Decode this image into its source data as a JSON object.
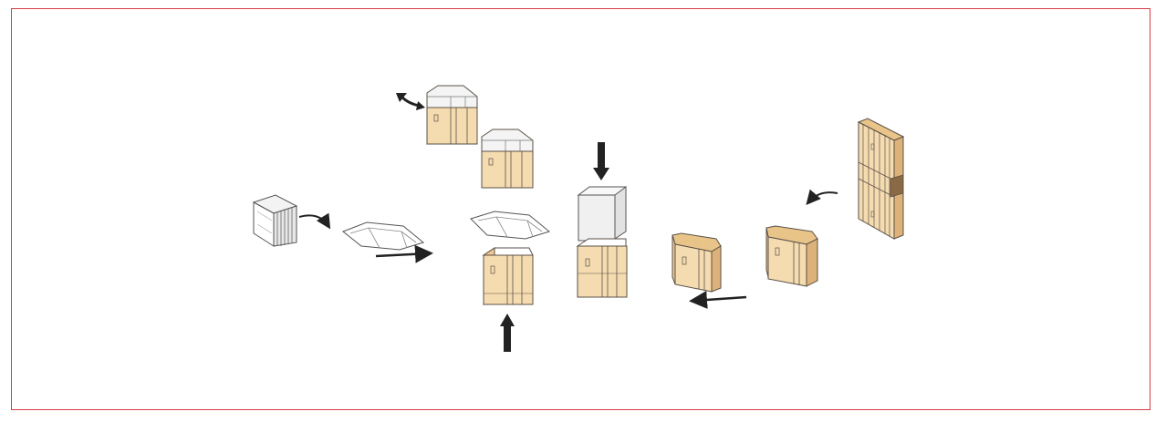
{
  "diagram": {
    "kind": "box-packaging-assembly-sequence",
    "colors": {
      "frame_border": "#d43b44",
      "kraft_light": "#f5dcb0",
      "kraft_mid": "#ecc890",
      "kraft_dark": "#dcb27a",
      "outline": "#5a5048",
      "white_lid": "#f4f4f4",
      "arrow": "#222222"
    },
    "steps": [
      {
        "id": "flat-sleeve-stack",
        "material": "white"
      },
      {
        "id": "unfolded-tray-blank-1",
        "material": "white"
      },
      {
        "id": "unfolded-tray-blank-2",
        "material": "white"
      },
      {
        "id": "box-with-tray-top",
        "material": "kraft"
      },
      {
        "id": "box-with-tray-lower",
        "material": "kraft"
      },
      {
        "id": "open-box-center",
        "material": "kraft"
      },
      {
        "id": "white-lid-block",
        "material": "white"
      },
      {
        "id": "box-bottom-center",
        "material": "kraft"
      },
      {
        "id": "erected-box-1",
        "material": "kraft"
      },
      {
        "id": "erected-box-2",
        "material": "kraft"
      },
      {
        "id": "flat-box-stack",
        "material": "kraft"
      }
    ],
    "arrows": [
      {
        "id": "rotate-arrow-top-left",
        "style": "double-curved"
      },
      {
        "id": "curved-arrow-sleeve",
        "style": "curved"
      },
      {
        "id": "push-arrow-blank",
        "style": "straight"
      },
      {
        "id": "up-arrow-center",
        "style": "bold"
      },
      {
        "id": "down-arrow-lid",
        "style": "bold"
      },
      {
        "id": "push-arrow-box",
        "style": "straight"
      },
      {
        "id": "curved-arrow-right",
        "style": "curved"
      }
    ]
  }
}
